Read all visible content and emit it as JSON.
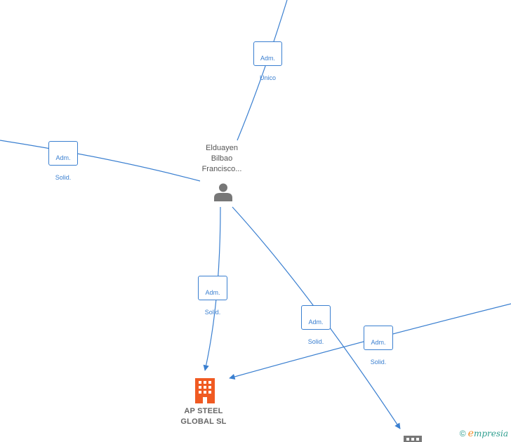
{
  "person": {
    "name_line1": "Elduayen",
    "name_line2": "Bilbao",
    "name_line3": "Francisco...",
    "icon": "person-icon"
  },
  "company_main": {
    "name_line1": "AP STEEL",
    "name_line2": "GLOBAL  SL",
    "icon": "building-icon",
    "color": "#f05a22"
  },
  "company_secondary": {
    "icon": "building-icon",
    "color": "#777777"
  },
  "edges": [
    {
      "label_line1": "Adm.",
      "label_line2": "Unico"
    },
    {
      "label_line1": "Adm.",
      "label_line2": "Solid."
    },
    {
      "label_line1": "Adm.",
      "label_line2": "Solid."
    },
    {
      "label_line1": "Adm.",
      "label_line2": "Solid."
    },
    {
      "label_line1": "Adm.",
      "label_line2": "Solid."
    }
  ],
  "footer": {
    "copyright": "©",
    "brand_first": "e",
    "brand_rest": "mpresia"
  },
  "colors": {
    "edge": "#3a7fd0",
    "person": "#777777"
  }
}
